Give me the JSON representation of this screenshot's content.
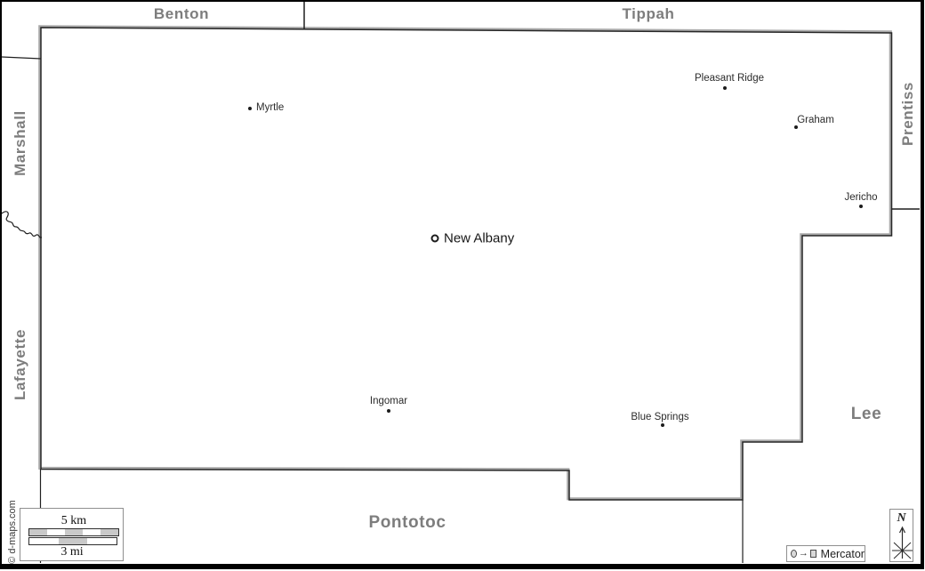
{
  "counties": {
    "benton": "Benton",
    "tippah": "Tippah",
    "marshall": "Marshall",
    "lafayette": "Lafayette",
    "prentiss": "Prentiss",
    "lee": "Lee",
    "pontotoc": "Pontotoc"
  },
  "towns": [
    {
      "name": "Myrtle",
      "marker": "dot"
    },
    {
      "name": "Pleasant Ridge",
      "marker": "dot"
    },
    {
      "name": "Graham",
      "marker": "dot"
    },
    {
      "name": "Jericho",
      "marker": "dot"
    },
    {
      "name": "New Albany",
      "marker": "county-seat-ring"
    },
    {
      "name": "Ingomar",
      "marker": "dot"
    },
    {
      "name": "Blue Springs",
      "marker": "dot"
    }
  ],
  "scale": {
    "km_label": "5 km",
    "mi_label": "3 mi"
  },
  "projection": {
    "label": "Mercator",
    "arrow": "→"
  },
  "compass": {
    "north_label": "N"
  },
  "credit": "© d-maps.com",
  "colors": {
    "county_label_gray": "#7d7d7d",
    "boundary_dark": "#262626",
    "boundary_halo": "#a9a9a9",
    "scale_fill_gray": "#c9c9c9"
  }
}
